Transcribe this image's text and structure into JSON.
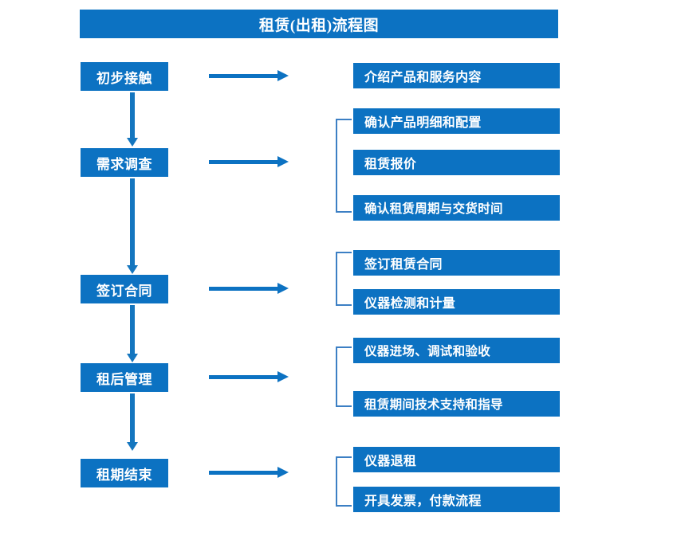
{
  "title": "租赁(出租)流程图",
  "colors": {
    "box_fill": "#0C72C2",
    "box_text": "#FFFFFF",
    "arrow": "#0C72C2",
    "vertical_arrow": "#1476BF",
    "bracket": "#3C7FC4",
    "background": "#FFFFFF"
  },
  "stages": [
    {
      "label": "初步接触"
    },
    {
      "label": "需求调查"
    },
    {
      "label": "签订合同"
    },
    {
      "label": "租后管理"
    },
    {
      "label": "租期结束"
    }
  ],
  "details": [
    {
      "label": "介绍产品和服务内容"
    },
    {
      "label": "确认产品明细和配置"
    },
    {
      "label": "租赁报价"
    },
    {
      "label": "确认租赁周期与交货时间"
    },
    {
      "label": "签订租赁合同"
    },
    {
      "label": "仪器检测和计量"
    },
    {
      "label": "仪器进场、调试和验收"
    },
    {
      "label": "租赁期间技术支持和指导"
    },
    {
      "label": "仪器退租"
    },
    {
      "label": "开具发票，付款流程"
    }
  ]
}
